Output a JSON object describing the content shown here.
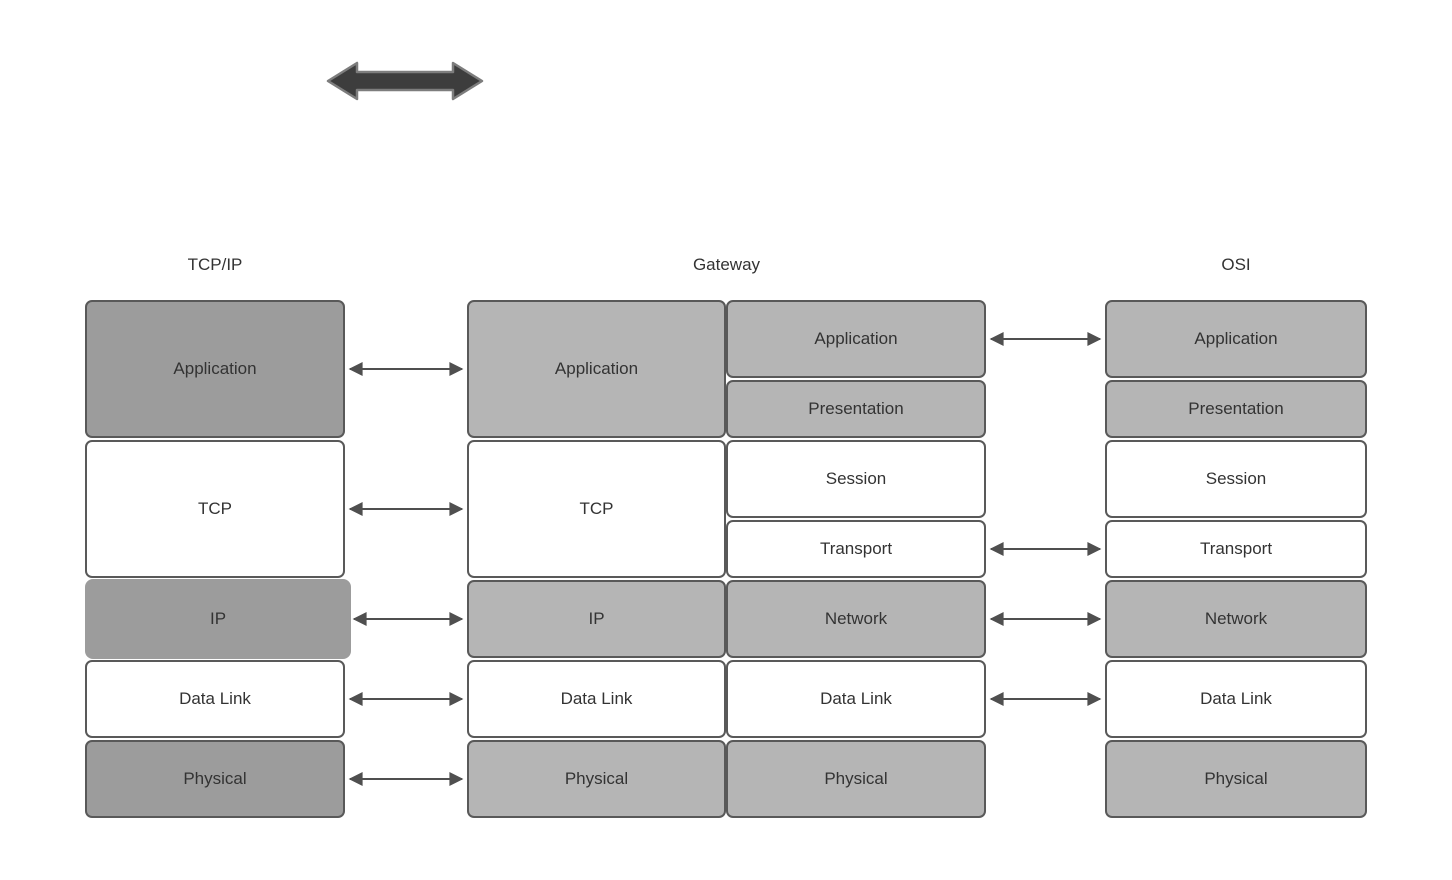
{
  "diagram": {
    "top_symbol": {
      "name": "thick-double-headed-arrow"
    },
    "columns": {
      "tcpip": {
        "header": "TCP/IP",
        "layers": [
          "Application",
          "TCP",
          "IP",
          "Data Link",
          "Physical"
        ]
      },
      "gateway": {
        "header": "Gateway",
        "left_stack": [
          "Application",
          "TCP",
          "IP",
          "Data Link",
          "Physical"
        ],
        "right_stack": [
          "Application",
          "Presentation",
          "Session",
          "Transport",
          "Network",
          "Data Link",
          "Physical"
        ]
      },
      "osi": {
        "header": "OSI",
        "layers": [
          "Application",
          "Presentation",
          "Session",
          "Transport",
          "Network",
          "Data Link",
          "Physical"
        ]
      }
    },
    "colors": {
      "dark_gray_fill": "#9c9c9c",
      "light_gray_fill": "#b5b5b5",
      "white_fill": "#ffffff",
      "box_border": "#595959",
      "text": "#333333",
      "arrow": "#4f4f4f",
      "thick_arrow_fill": "#3d3d3d",
      "thick_arrow_stroke": "#7d7d7d",
      "background": "#ffffff"
    }
  }
}
